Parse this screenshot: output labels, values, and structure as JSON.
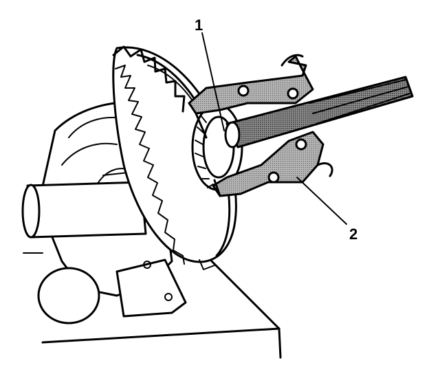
{
  "callouts": [
    {
      "id": "1",
      "label": "1"
    },
    {
      "id": "2",
      "label": "2"
    }
  ],
  "colors": {
    "ink": "#000000",
    "tool_shade": "#9a9a9a",
    "tool_shade_dark": "#7a7a7a",
    "background": "#ffffff"
  }
}
